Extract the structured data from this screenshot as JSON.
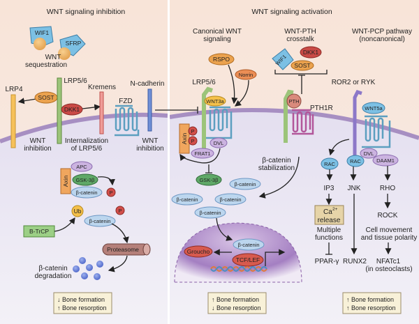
{
  "left": {
    "title": "WNT signaling inhibition",
    "wif1": "WIF1",
    "sfrp": "SFRP",
    "sequestration": [
      "WNT",
      "sequestration"
    ],
    "lrp4": "LRP4",
    "sost": "SOST",
    "lrp56": "LRP5/6",
    "dkk1": "DKK1",
    "kremens": "Kremens",
    "fzd": "FZD",
    "ncadherin": "N-cadherin",
    "wnt_inhibition_1": [
      "WNT",
      "inhibition"
    ],
    "internalization": [
      "Internalization",
      "of LRP5/6"
    ],
    "wnt_inhibition_2": [
      "WNT",
      "inhibition"
    ],
    "axin": "Axin",
    "apc": "APC",
    "gsk": "GSK-3β",
    "bcat": "β-catenin",
    "p": "P",
    "ub": "Ub",
    "btrcp": "B-TrCP",
    "proteasome": "Proteasome",
    "degradation": [
      "β-catenin",
      "degradation"
    ],
    "outcome": {
      "formation": "Bone formation",
      "formation_dir": "down",
      "resorption": "Bone resorption",
      "resorption_dir": "up"
    }
  },
  "right": {
    "title": "WNT signaling activation",
    "canonical": {
      "title": [
        "Canonical WNT",
        "signaling"
      ],
      "rspo": "RSPO",
      "norrin": "Norrin",
      "lrp56": "LRP5/6",
      "wnt3a": "WNT3a",
      "axin": "Axin",
      "p": "P",
      "frat1": "FRAT1",
      "dvl": "DVL",
      "gsk": "GSK-3β",
      "bcat": "β-catenin",
      "stabilization": [
        "β-catenin",
        "stabilization"
      ],
      "groucho": "Groucho",
      "tcf": "TCF/LEF",
      "outcome": {
        "formation": "Bone formation",
        "formation_dir": "up",
        "resorption": "Bone resorption",
        "resorption_dir": "down"
      }
    },
    "pth": {
      "title": [
        "WNT-PTH",
        "crosstalk"
      ],
      "wif1": "WIF1",
      "dkk1": "DKK1",
      "sost": "SOST",
      "pth": "PTH",
      "pth1r": "PTH1R"
    },
    "pcp": {
      "title": [
        "WNT-PCP pathway",
        "(noncanonical)"
      ],
      "ror": "ROR2 or RYK",
      "wnt5a": "WNT5a",
      "rac": "RAC",
      "dvl": "DVL",
      "daam1": "DAAM1",
      "ip3": "IP3",
      "jnk": "JNK",
      "rho": "RHO",
      "ca": "Ca",
      "ca_sup": "2+",
      "release": "release",
      "multiple": [
        "Multiple",
        "functions"
      ],
      "rock": "ROCK",
      "cell": [
        "Cell movement",
        "and tissue polarity"
      ],
      "ppar": "PPAR-γ",
      "runx2": "RUNX2",
      "nfatc1": "NFATc1",
      "osteo": "(in osteoclasts)",
      "outcome": {
        "formation": "Bone formation",
        "formation_dir": "up",
        "resorption": "Bone resorption",
        "resorption_dir": "up"
      }
    }
  },
  "colors": {
    "extracellular": "#f8e6dc",
    "cytoplasm": "#ece9f3",
    "membrane": "#a78fc2",
    "nucleus": "#9a70b8",
    "beta_catenin": "#bcd6ee",
    "gsk": "#5fa867",
    "dkk1": "#c94a45",
    "sost": "#eba24e",
    "wif": "#7cc0e4"
  }
}
